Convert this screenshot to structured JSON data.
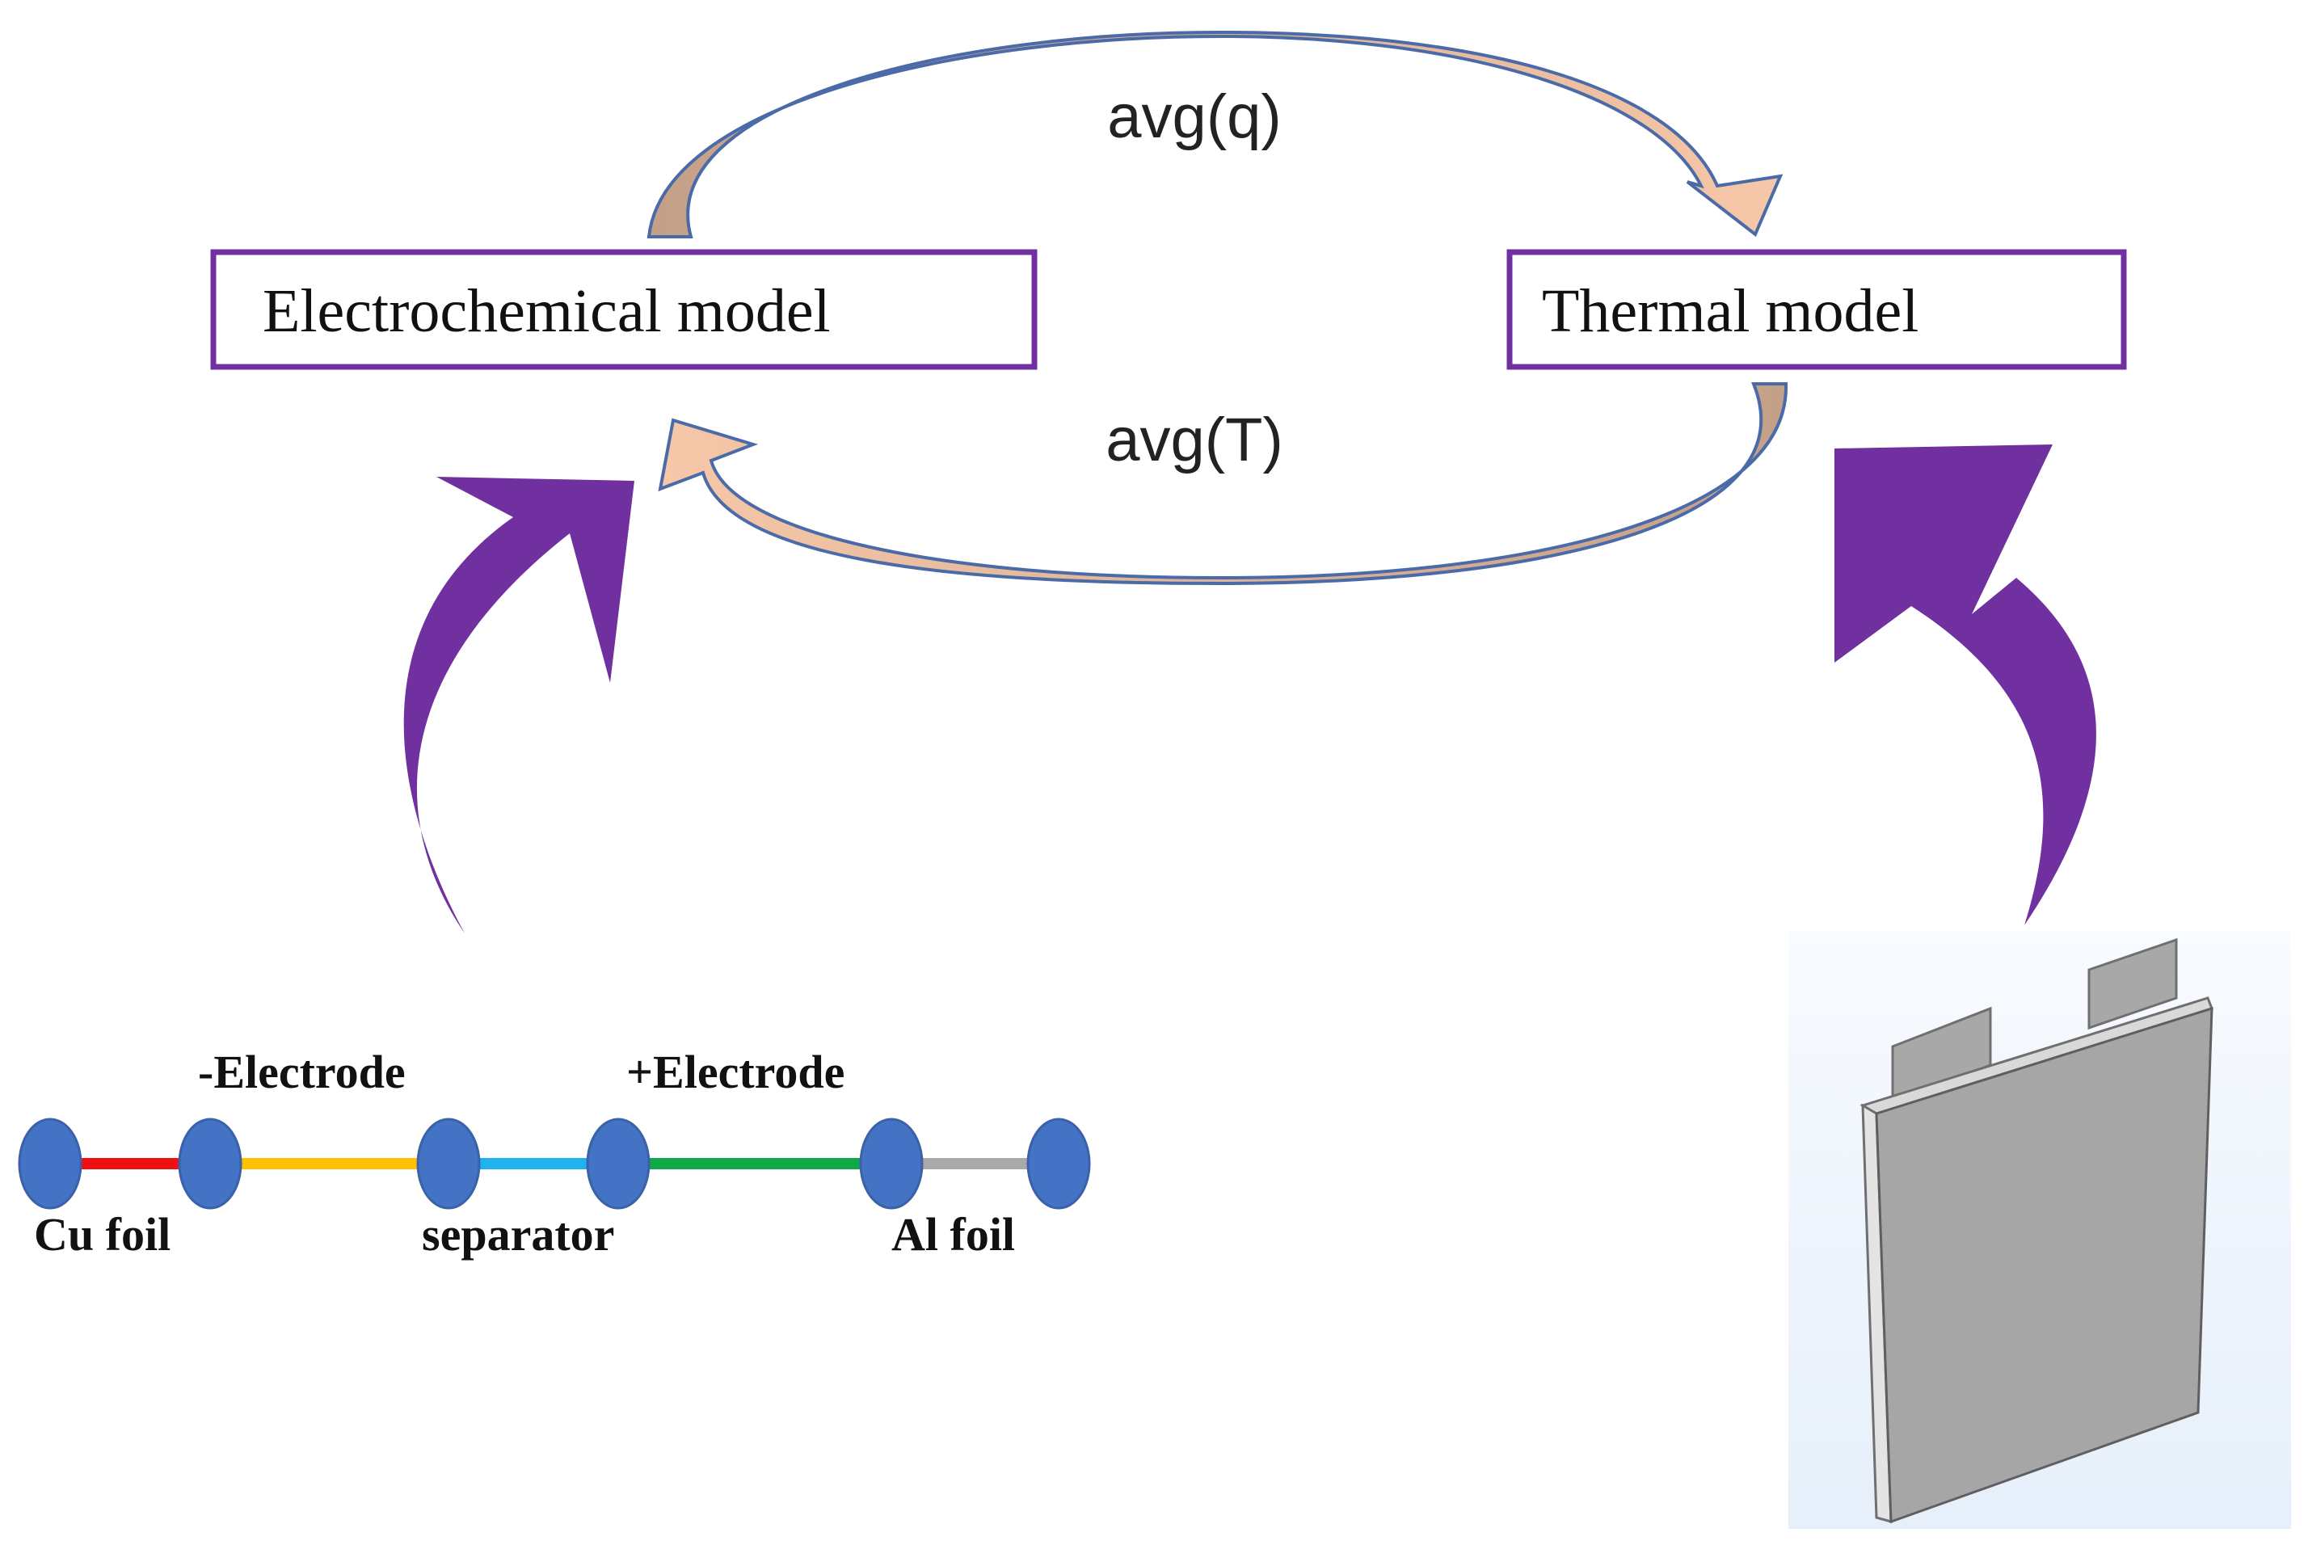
{
  "boxes": {
    "electrochemical": "Electrochemical model",
    "thermal": "Thermal model"
  },
  "coupling": {
    "top_label": "avg(q)",
    "bottom_label": "avg(T)"
  },
  "geometry_1d": {
    "negative_electrode_label": "-Electrode",
    "positive_electrode_label": "+Electrode",
    "cu_foil_label": "Cu foil",
    "separator_label": "separator",
    "al_foil_label": "Al foil",
    "segment_colors": [
      "#ee1111",
      "#ffc000",
      "#22b0ee",
      "#11a84a",
      "#aaaaaa"
    ],
    "node_color": "#4472c4"
  },
  "colors": {
    "box_border": "#7030a0",
    "big_arrow": "#7030a0",
    "loop_arrow_dark": "#c4a088",
    "loop_arrow_light": "#f6c7a8",
    "loop_outline": "#4b6aa8",
    "cell_body": "#a6a6a6",
    "cell_background": "#eef4fc"
  }
}
